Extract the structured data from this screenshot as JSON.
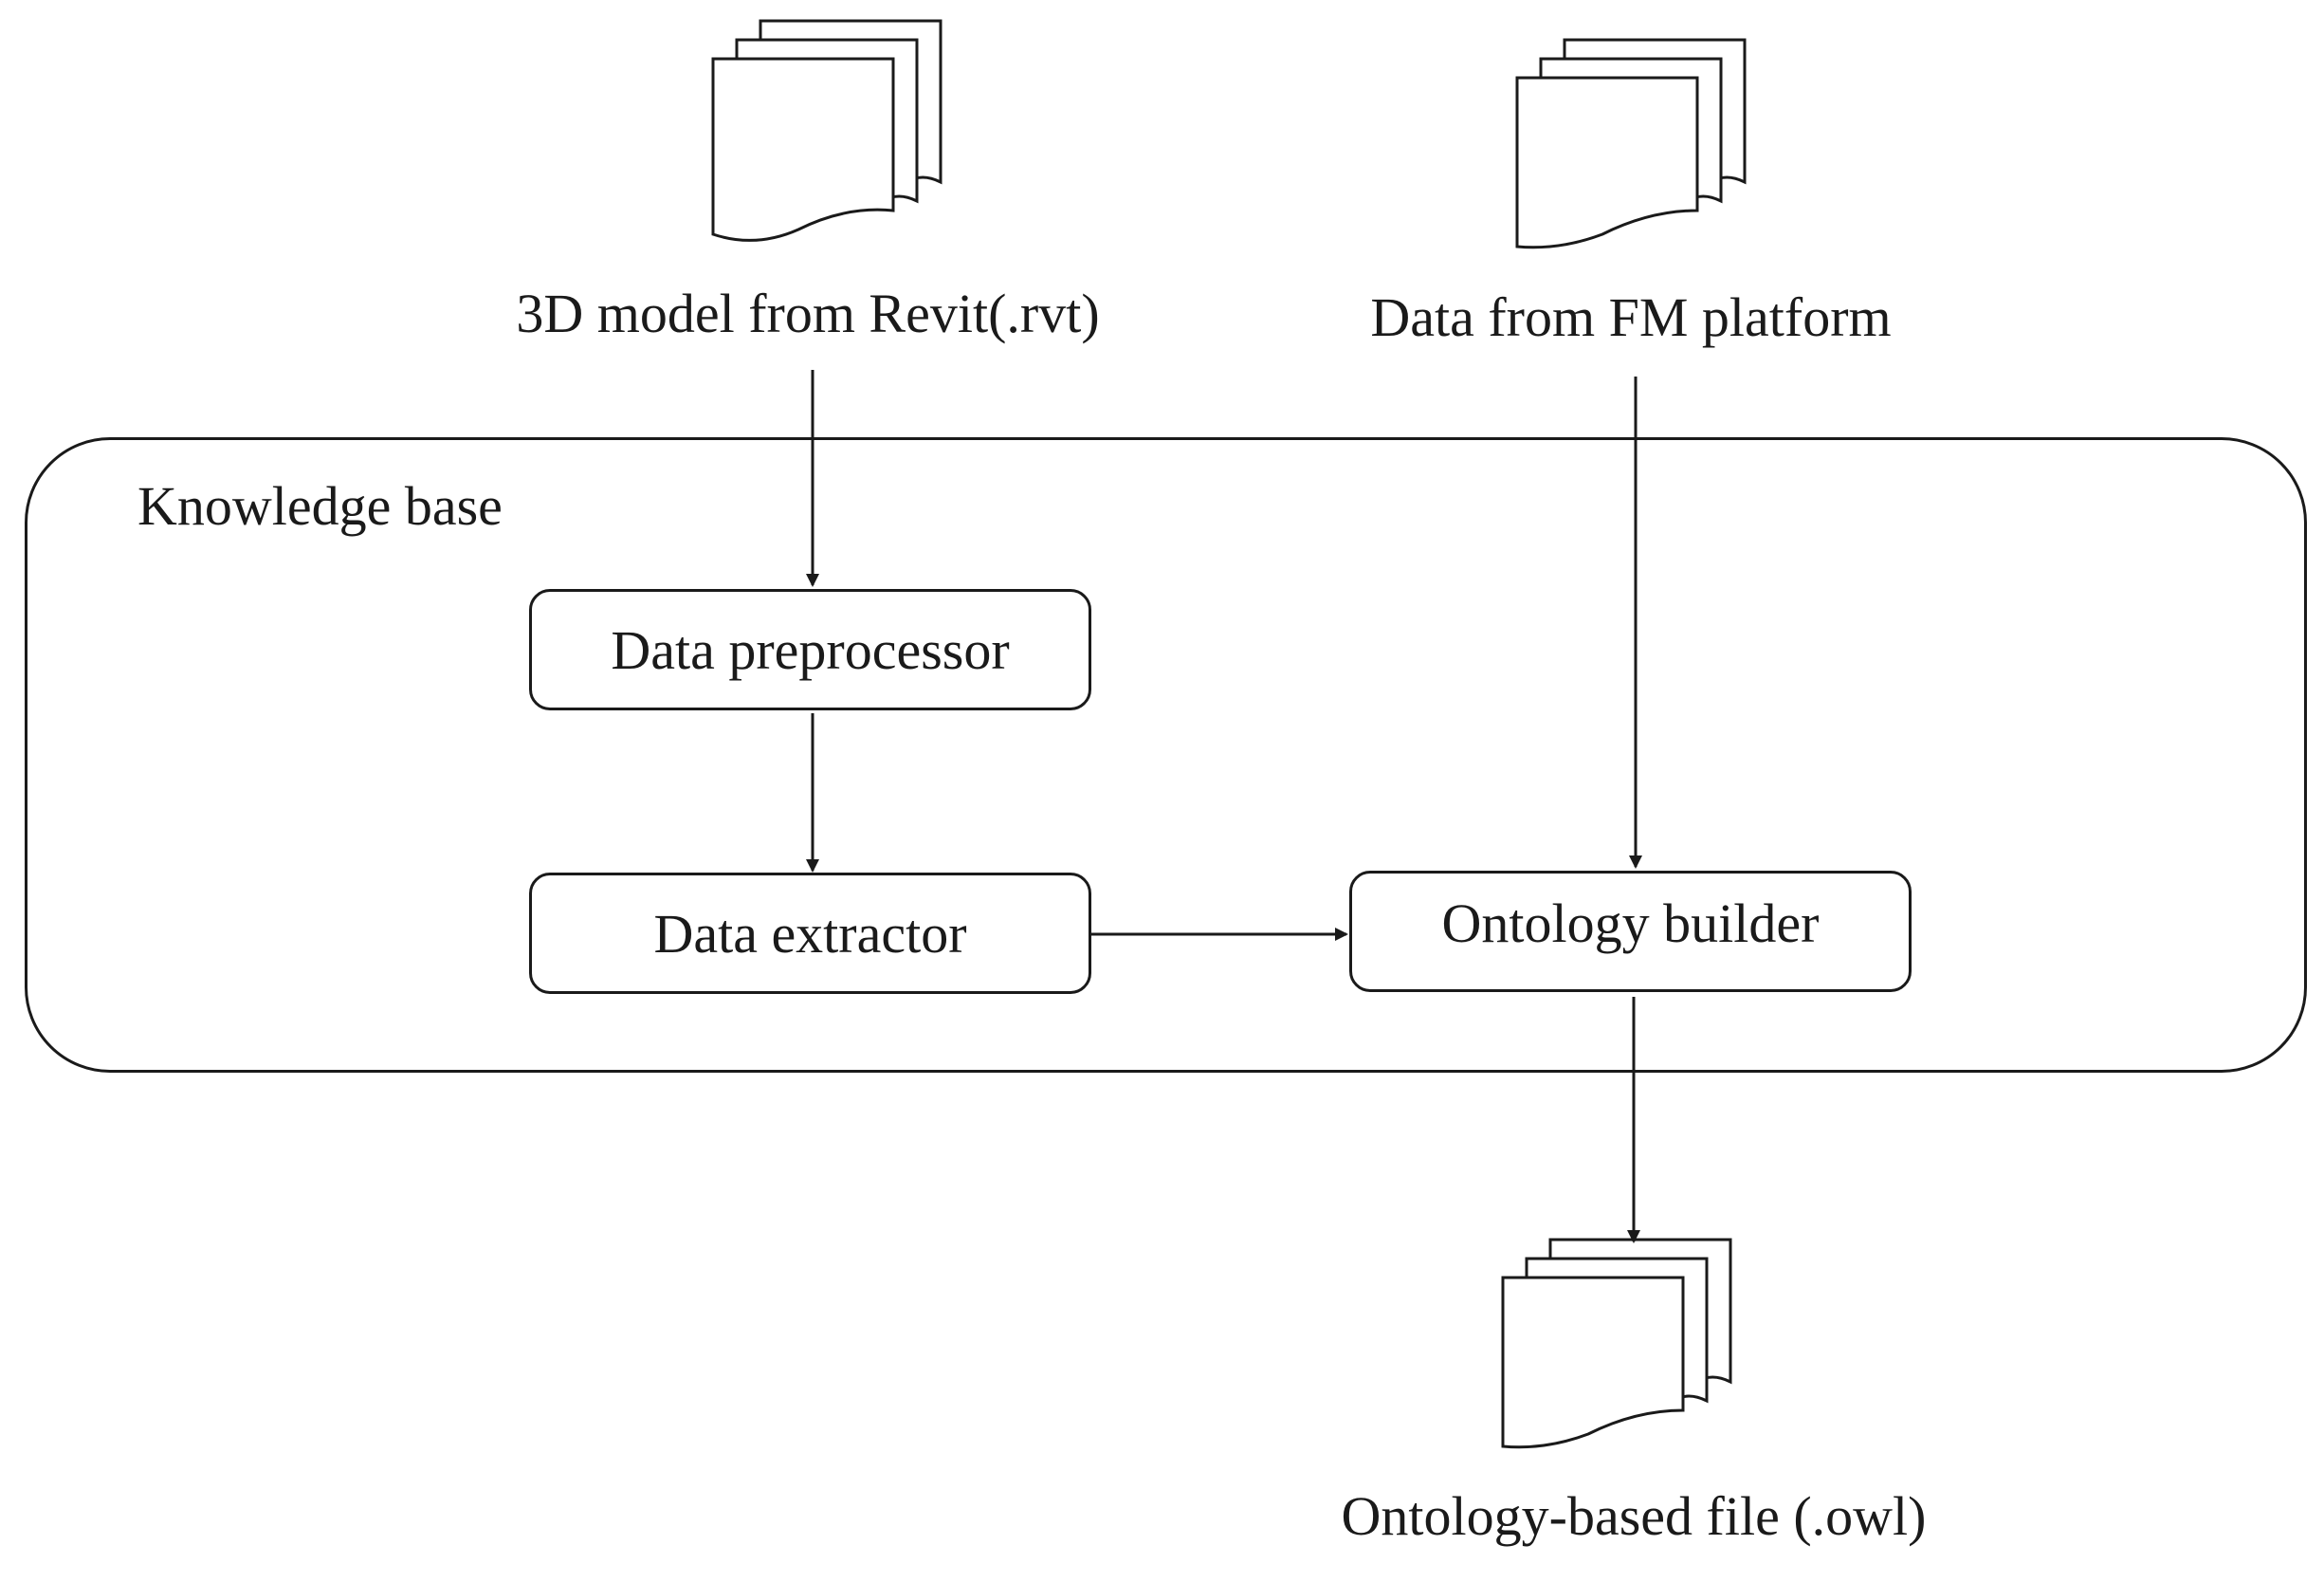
{
  "sources": {
    "revit_label": "3D model from Revit(.rvt)",
    "fm_label": "Data from FM platform"
  },
  "knowledge_base": {
    "label": "Knowledge base",
    "preprocessor_label": "Data preprocessor",
    "extractor_label": "Data extractor",
    "ontology_builder_label": "Ontology builder"
  },
  "output": {
    "owl_label": "Ontology-based file (.owl)"
  },
  "icons": {
    "revit_doc": "document-stack-icon",
    "fm_doc": "document-stack-icon",
    "owl_doc": "document-stack-icon"
  }
}
